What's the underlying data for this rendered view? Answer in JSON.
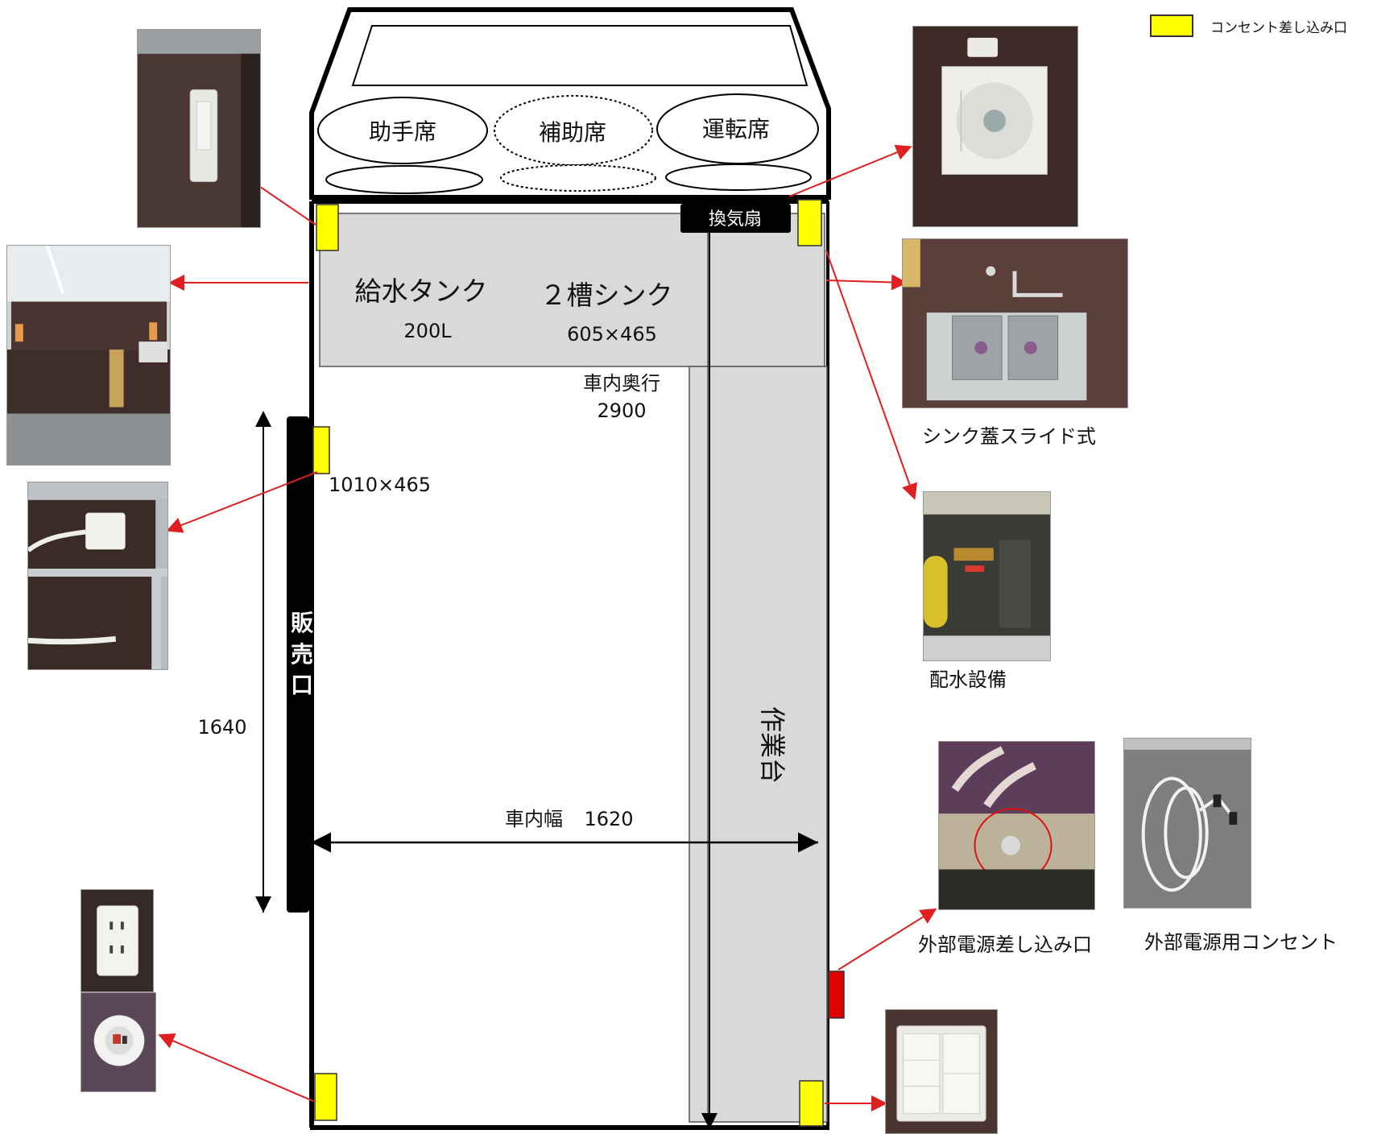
{
  "legend": {
    "label": "コンセント差し込み口",
    "color": "#ffff00"
  },
  "cab": {
    "seats": [
      "助手席",
      "補助席",
      "運転席"
    ]
  },
  "labels": {
    "fan": "換気扇",
    "tank_name": "給水タンク",
    "tank_capacity": "200L",
    "sink_name": "２槽シンク",
    "sink_size": "605×465",
    "depth_label": "車内奥行",
    "depth_value": "2900",
    "window_size": "1010×465",
    "sales_window": [
      "販",
      "売",
      "口"
    ],
    "height_1640": "1640",
    "workbench": "作業台",
    "width_label": "車内幅",
    "width_value": "1620"
  },
  "captions": {
    "sink_lid": "シンク蓋スライド式",
    "water_drain": "配水設備",
    "ext_power_inlet": "外部電源差し込み口",
    "ext_power_cord": "外部電源用コンセント"
  },
  "colors": {
    "outlet": "#ffff00",
    "external_power": "#e00000",
    "arrow": "#e02020",
    "counter": "#d9d9d9",
    "outline": "#000000"
  }
}
